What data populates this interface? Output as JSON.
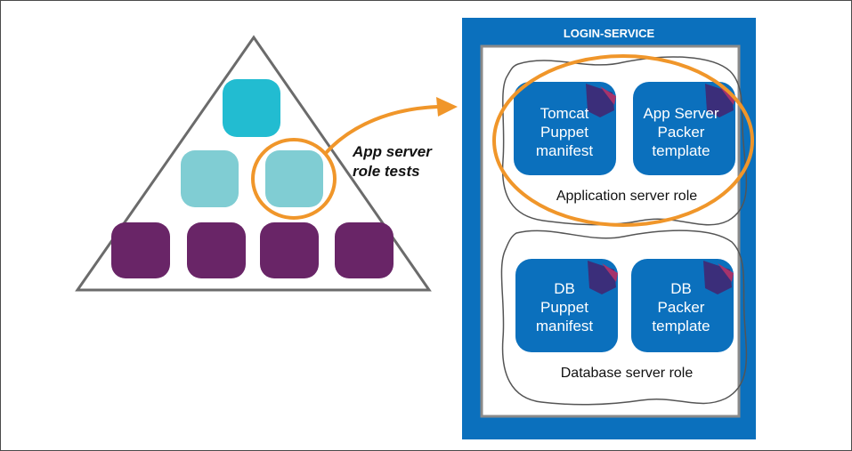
{
  "service": {
    "title": "LOGIN-SERVICE"
  },
  "callout": {
    "line1": "App server",
    "line2": "role tests"
  },
  "app_role": {
    "label": "Application server role",
    "items": [
      {
        "lines": [
          "Tomcat",
          "Puppet",
          "manifest"
        ]
      },
      {
        "lines": [
          "App Server",
          "Packer",
          "template"
        ]
      }
    ]
  },
  "db_role": {
    "label": "Database server role",
    "items": [
      {
        "lines": [
          "DB",
          "Puppet",
          "manifest"
        ]
      },
      {
        "lines": [
          "DB",
          "Packer",
          "template"
        ]
      }
    ]
  },
  "colors": {
    "service_blue": "#0b70bd",
    "item_blue": "#0b70bd",
    "corner_purple": "#3b2e7a",
    "corner_pink": "#a6336b",
    "highlight_orange": "#f0962a",
    "pyramid_top": "#22bcd1",
    "pyramid_mid": "#80cdd3",
    "pyramid_base": "#692567",
    "outline_gray": "#6b6b6b"
  }
}
